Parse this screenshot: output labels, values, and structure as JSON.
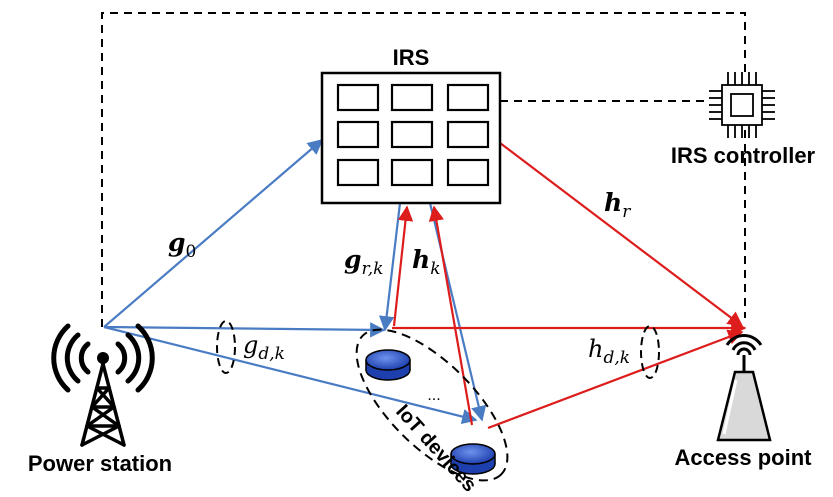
{
  "labels": {
    "irs": "IRS",
    "irs_controller": "IRS controller",
    "power_station": "Power station",
    "access_point": "Access point",
    "iot_devices": "IoT devices",
    "ellipsis": "..."
  },
  "channels": {
    "g0": {
      "base": "g",
      "sub": "0"
    },
    "grk": {
      "base": "g",
      "sub": "r,k"
    },
    "hk": {
      "base": "h",
      "sub": "k"
    },
    "hr": {
      "base": "h",
      "sub": "r"
    },
    "gdk": {
      "base": "g",
      "sub": "d,k"
    },
    "hdk": {
      "base": "h",
      "sub": "d,k"
    }
  },
  "colors": {
    "energy_link": "#4a7cc4",
    "info_link": "#dd1c1c",
    "control_link": "#000000",
    "device_fill": "#2f5ccc"
  },
  "icons": {
    "irs": "irs-panel-icon",
    "controller": "chip-icon",
    "power_station": "tower-icon",
    "access_point": "antenna-icon",
    "device": "iot-device-icon"
  }
}
